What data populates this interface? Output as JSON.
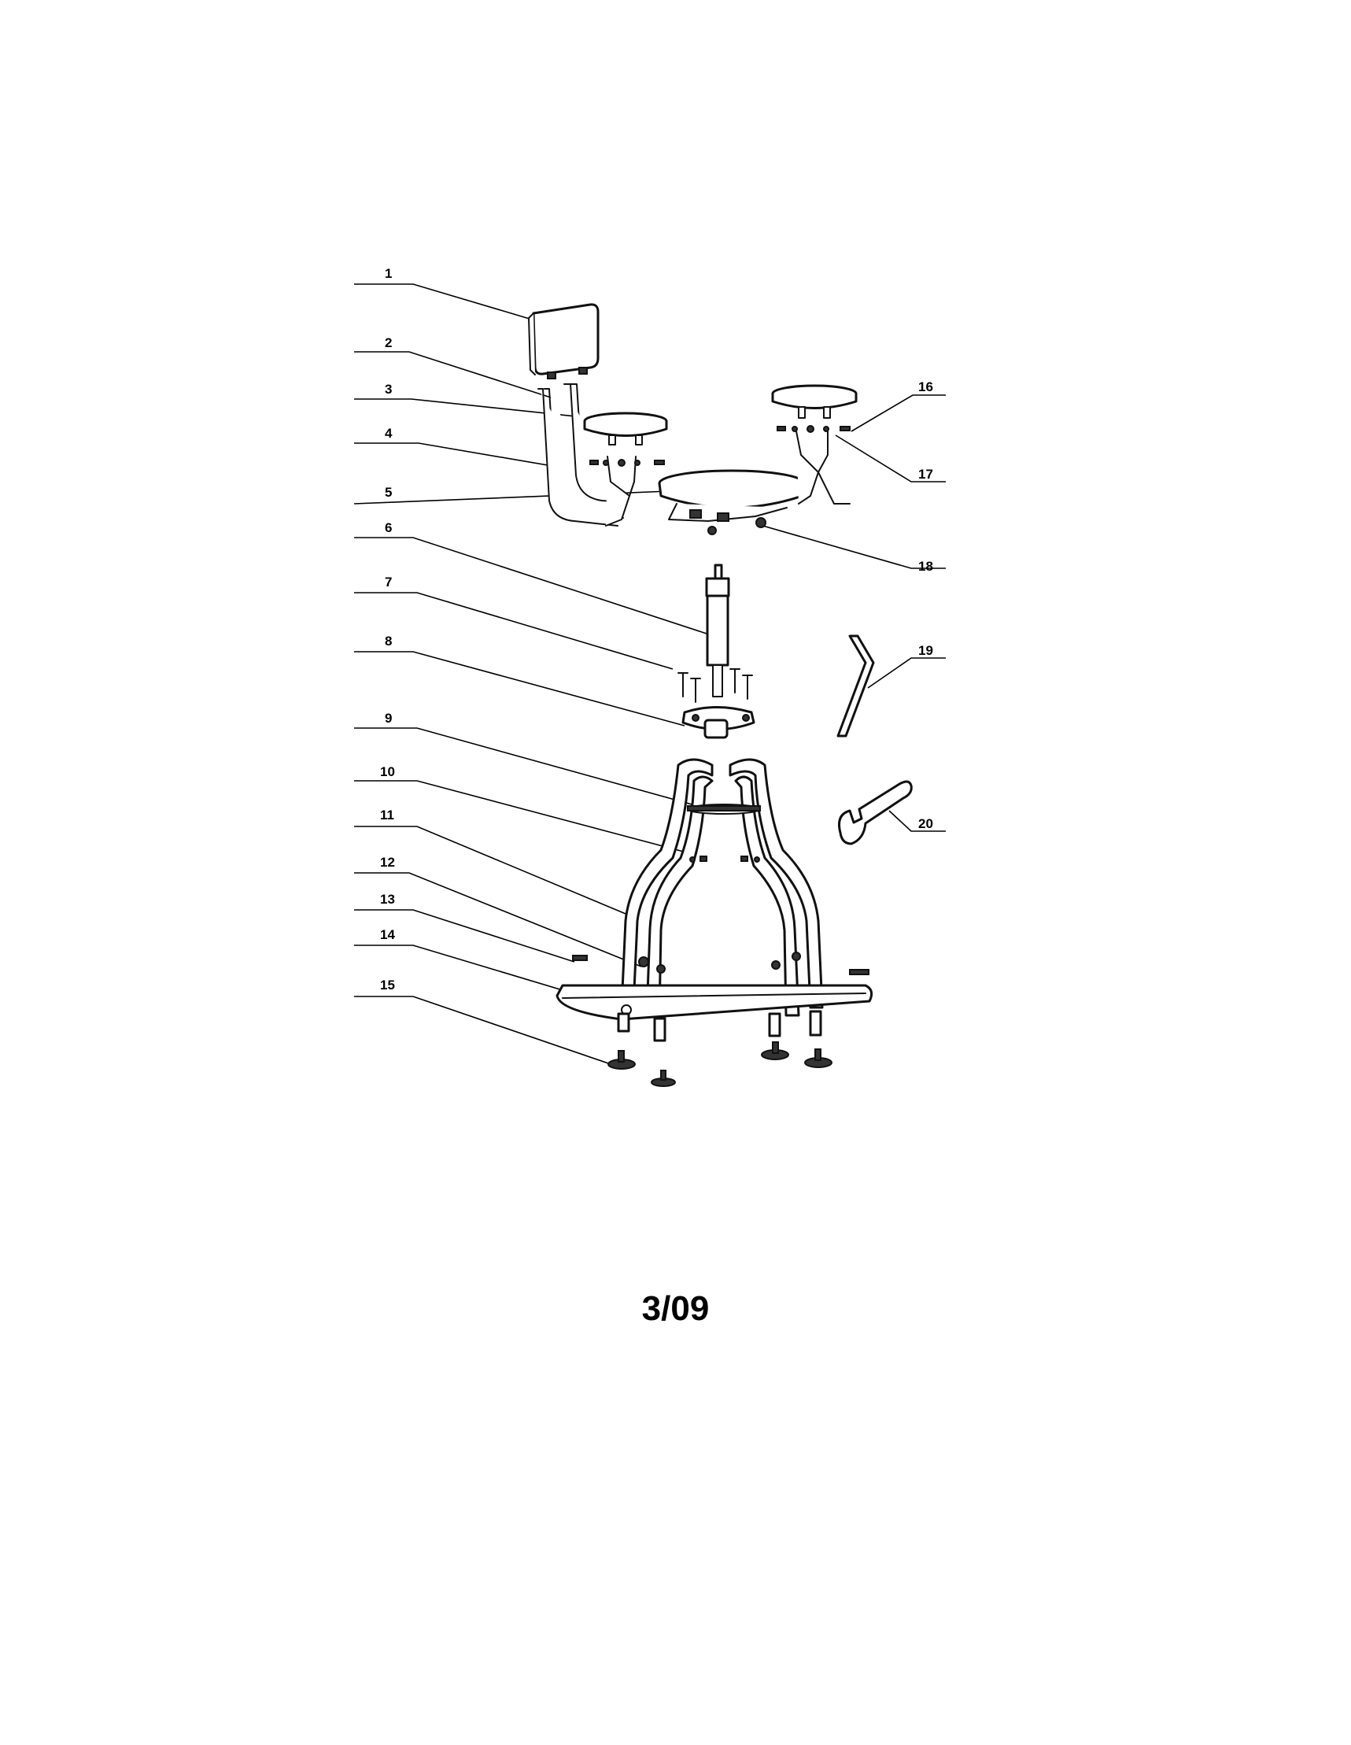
{
  "diagram": {
    "callouts": [
      {
        "id": 1,
        "label": "1"
      },
      {
        "id": 2,
        "label": "2"
      },
      {
        "id": 3,
        "label": "3"
      },
      {
        "id": 4,
        "label": "4"
      },
      {
        "id": 5,
        "label": "5"
      },
      {
        "id": 6,
        "label": "6"
      },
      {
        "id": 7,
        "label": "7"
      },
      {
        "id": 8,
        "label": "8"
      },
      {
        "id": 9,
        "label": "9"
      },
      {
        "id": 10,
        "label": "10"
      },
      {
        "id": 11,
        "label": "11"
      },
      {
        "id": 12,
        "label": "12"
      },
      {
        "id": 13,
        "label": "13"
      },
      {
        "id": 14,
        "label": "14"
      },
      {
        "id": 15,
        "label": "15"
      },
      {
        "id": 16,
        "label": "16"
      },
      {
        "id": 17,
        "label": "17"
      },
      {
        "id": 18,
        "label": "18"
      },
      {
        "id": 19,
        "label": "19"
      },
      {
        "id": 20,
        "label": "20"
      }
    ],
    "ink_color": "#000000"
  },
  "page_number": "3/09"
}
